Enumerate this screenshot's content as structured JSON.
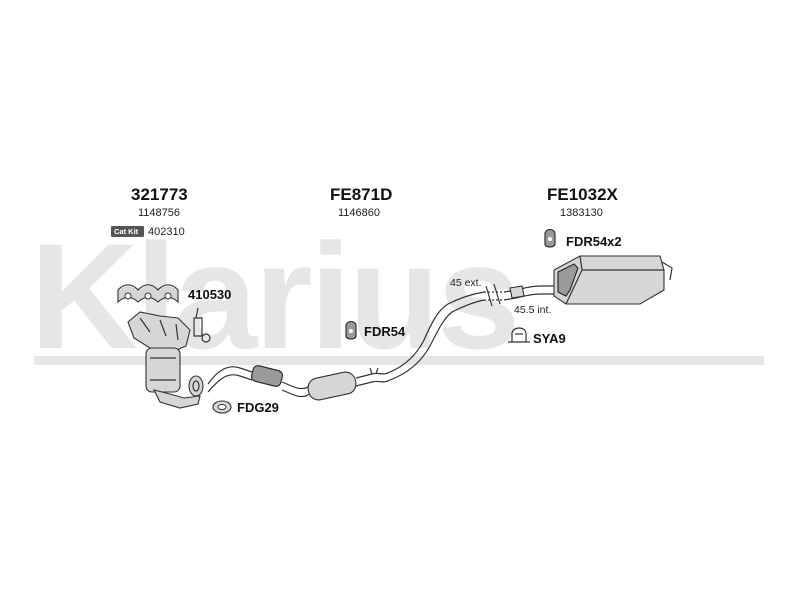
{
  "watermark": {
    "text": "Klarius"
  },
  "groups": [
    {
      "code": "321773",
      "sub": "1148756"
    },
    {
      "code": "FE871D",
      "sub": "1146860"
    },
    {
      "code": "FE1032X",
      "sub": "1383130"
    }
  ],
  "cat_kit": {
    "badge": "Cat Kit",
    "code": "402310"
  },
  "parts": {
    "manifold_gasket": "410530",
    "mount_front": "FDR54",
    "gasket_front": "FDG29",
    "mount_rear": "FDR54x2",
    "clamp_rear": "SYA9"
  },
  "dimensions": {
    "ext": "45 ext.",
    "int": "45.5 int."
  },
  "colors": {
    "watermark": "#e6e6e6",
    "part_fill": "#d6d6d6",
    "part_dark": "#9a9a9a",
    "catkit_badge": "#555555"
  }
}
